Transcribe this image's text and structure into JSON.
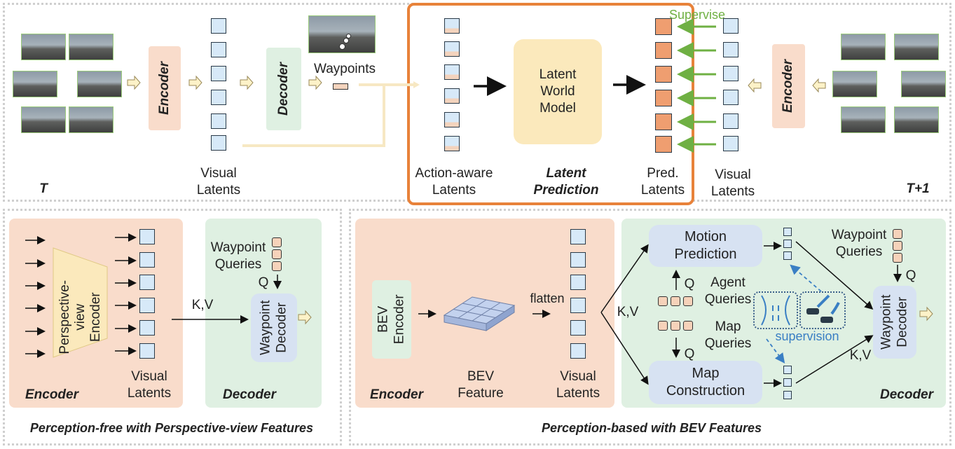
{
  "top": {
    "t_label": "T",
    "t1_label": "T+1",
    "encoder_label": "Encoder",
    "decoder_label": "Decoder",
    "waypoints_label": "Waypoints",
    "visual_latents_label": "Visual\nLatents",
    "action_aware_label": "Action-aware\nLatents",
    "latent_world_model_label": "Latent\nWorld\nModel",
    "latent_prediction_label": "Latent\nPrediction",
    "pred_latents_label": "Pred.\nLatents",
    "supervise_label": "Supervise",
    "visual_latents_right_label": "Visual\nLatents",
    "encoder_right_label": "Encoder"
  },
  "bottom_left": {
    "perspective_encoder_label": "Perspective-\nview\nEncoder",
    "waypoint_queries_label": "Waypoint\nQueries",
    "q_label": "Q",
    "kv_label": "K,V",
    "waypoint_decoder_label": "Waypoint\nDecoder",
    "visual_latents_label": "Visual\nLatents",
    "encoder_label": "Encoder",
    "decoder_label": "Decoder",
    "caption": "Perception-free with Perspective-view Features"
  },
  "bottom_right": {
    "bev_encoder_label": "BEV\nEncoder",
    "bev_feature_label": "BEV\nFeature",
    "flatten_label": "flatten",
    "visual_latents_label": "Visual\nLatents",
    "kv_label": "K,V",
    "motion_prediction_label": "Motion\nPrediction",
    "agent_queries_label": "Agent\nQueries",
    "map_queries_label": "Map\nQueries",
    "q_label": "Q",
    "map_construction_label": "Map\nConstruction",
    "supervision_label": "supervision",
    "waypoint_queries_label": "Waypoint\nQueries",
    "waypoint_decoder_label": "Waypoint\nDecoder",
    "kv_label2": "K,V",
    "encoder_label": "Encoder",
    "decoder_label": "Decoder",
    "caption": "Perception-based with BEV Features"
  },
  "colors": {
    "encoder_fill": "#f9dccb",
    "decoder_fill": "#dff0e2",
    "latent_fill": "#d7e9f8",
    "pred_fill": "#ef9e70",
    "world_model_fill": "#fbe9bc",
    "highlight_border": "#e8823a",
    "supervise_green": "#6fb043",
    "supervision_blue": "#3a7fc4",
    "dashed_border": "#c8c8c8"
  }
}
